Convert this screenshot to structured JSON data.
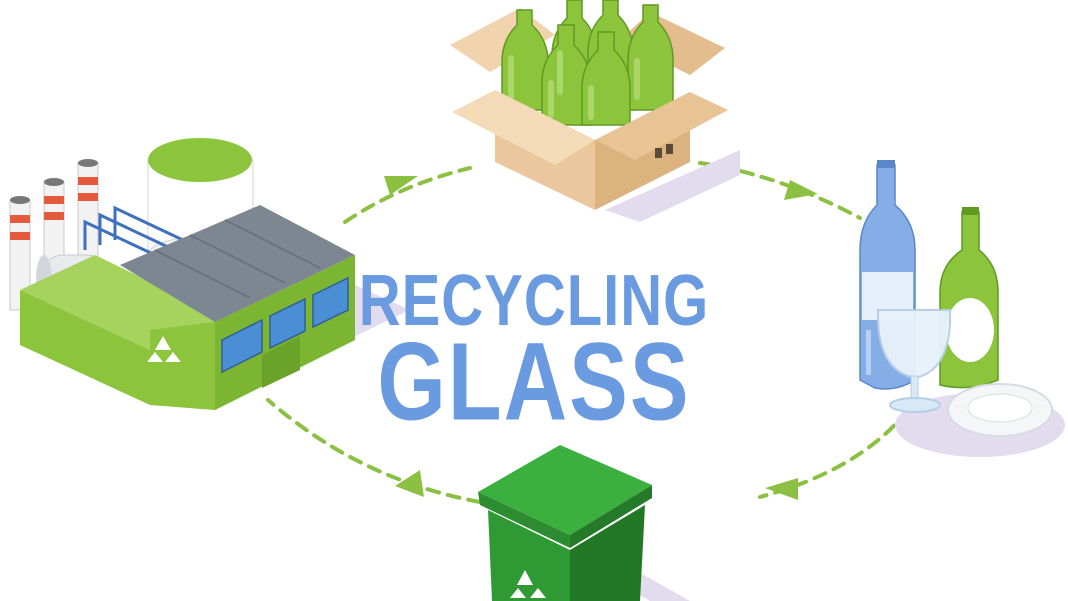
{
  "diagram": {
    "title_line_1": "RECYCLING",
    "title_line_2": "GLASS",
    "stages": [
      {
        "id": "collection",
        "icon": "cardboard-box-with-bottles-icon"
      },
      {
        "id": "products",
        "icon": "glass-bottles-and-tableware-icon"
      },
      {
        "id": "disposal",
        "icon": "green-recycling-bin-icon"
      },
      {
        "id": "processing",
        "icon": "recycling-factory-icon"
      }
    ],
    "flow": "clockwise",
    "colors": {
      "title": "#6a9be0",
      "arrow": "#8cc043",
      "bottle_green": "#8cc43c",
      "bin_green": "#2f9a34",
      "factory_green": "#8cc43c",
      "roof_gray": "#7d8792",
      "box": "#e9c497",
      "shadow": "#e3dcef"
    }
  }
}
